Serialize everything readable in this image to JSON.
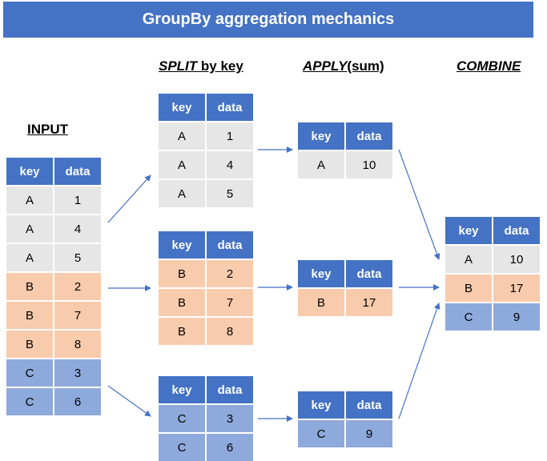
{
  "title": "GroupBy aggregation mechanics",
  "labels": {
    "input": "INPUT",
    "split_em": "SPLIT",
    "split_rest": " by key",
    "apply_em": "APPLY",
    "apply_rest": "(sum)",
    "combine": "COMBINE"
  },
  "columns": {
    "key": "key",
    "data": "data"
  },
  "colors": {
    "header": "#4472C4",
    "A": "#E6E6E6",
    "B": "#F8CBAD",
    "C": "#8EA9DB",
    "arrow": "#4472C4"
  },
  "input": [
    {
      "key": "A",
      "data": "1"
    },
    {
      "key": "A",
      "data": "4"
    },
    {
      "key": "A",
      "data": "5"
    },
    {
      "key": "B",
      "data": "2"
    },
    {
      "key": "B",
      "data": "7"
    },
    {
      "key": "B",
      "data": "8"
    },
    {
      "key": "C",
      "data": "3"
    },
    {
      "key": "C",
      "data": "6"
    }
  ],
  "split": {
    "A": [
      {
        "key": "A",
        "data": "1"
      },
      {
        "key": "A",
        "data": "4"
      },
      {
        "key": "A",
        "data": "5"
      }
    ],
    "B": [
      {
        "key": "B",
        "data": "2"
      },
      {
        "key": "B",
        "data": "7"
      },
      {
        "key": "B",
        "data": "8"
      }
    ],
    "C": [
      {
        "key": "C",
        "data": "3"
      },
      {
        "key": "C",
        "data": "6"
      }
    ]
  },
  "apply": {
    "A": {
      "key": "A",
      "data": "10"
    },
    "B": {
      "key": "B",
      "data": "17"
    },
    "C": {
      "key": "C",
      "data": "9"
    }
  },
  "combine": [
    {
      "key": "A",
      "data": "10"
    },
    {
      "key": "B",
      "data": "17"
    },
    {
      "key": "C",
      "data": "9"
    }
  ]
}
